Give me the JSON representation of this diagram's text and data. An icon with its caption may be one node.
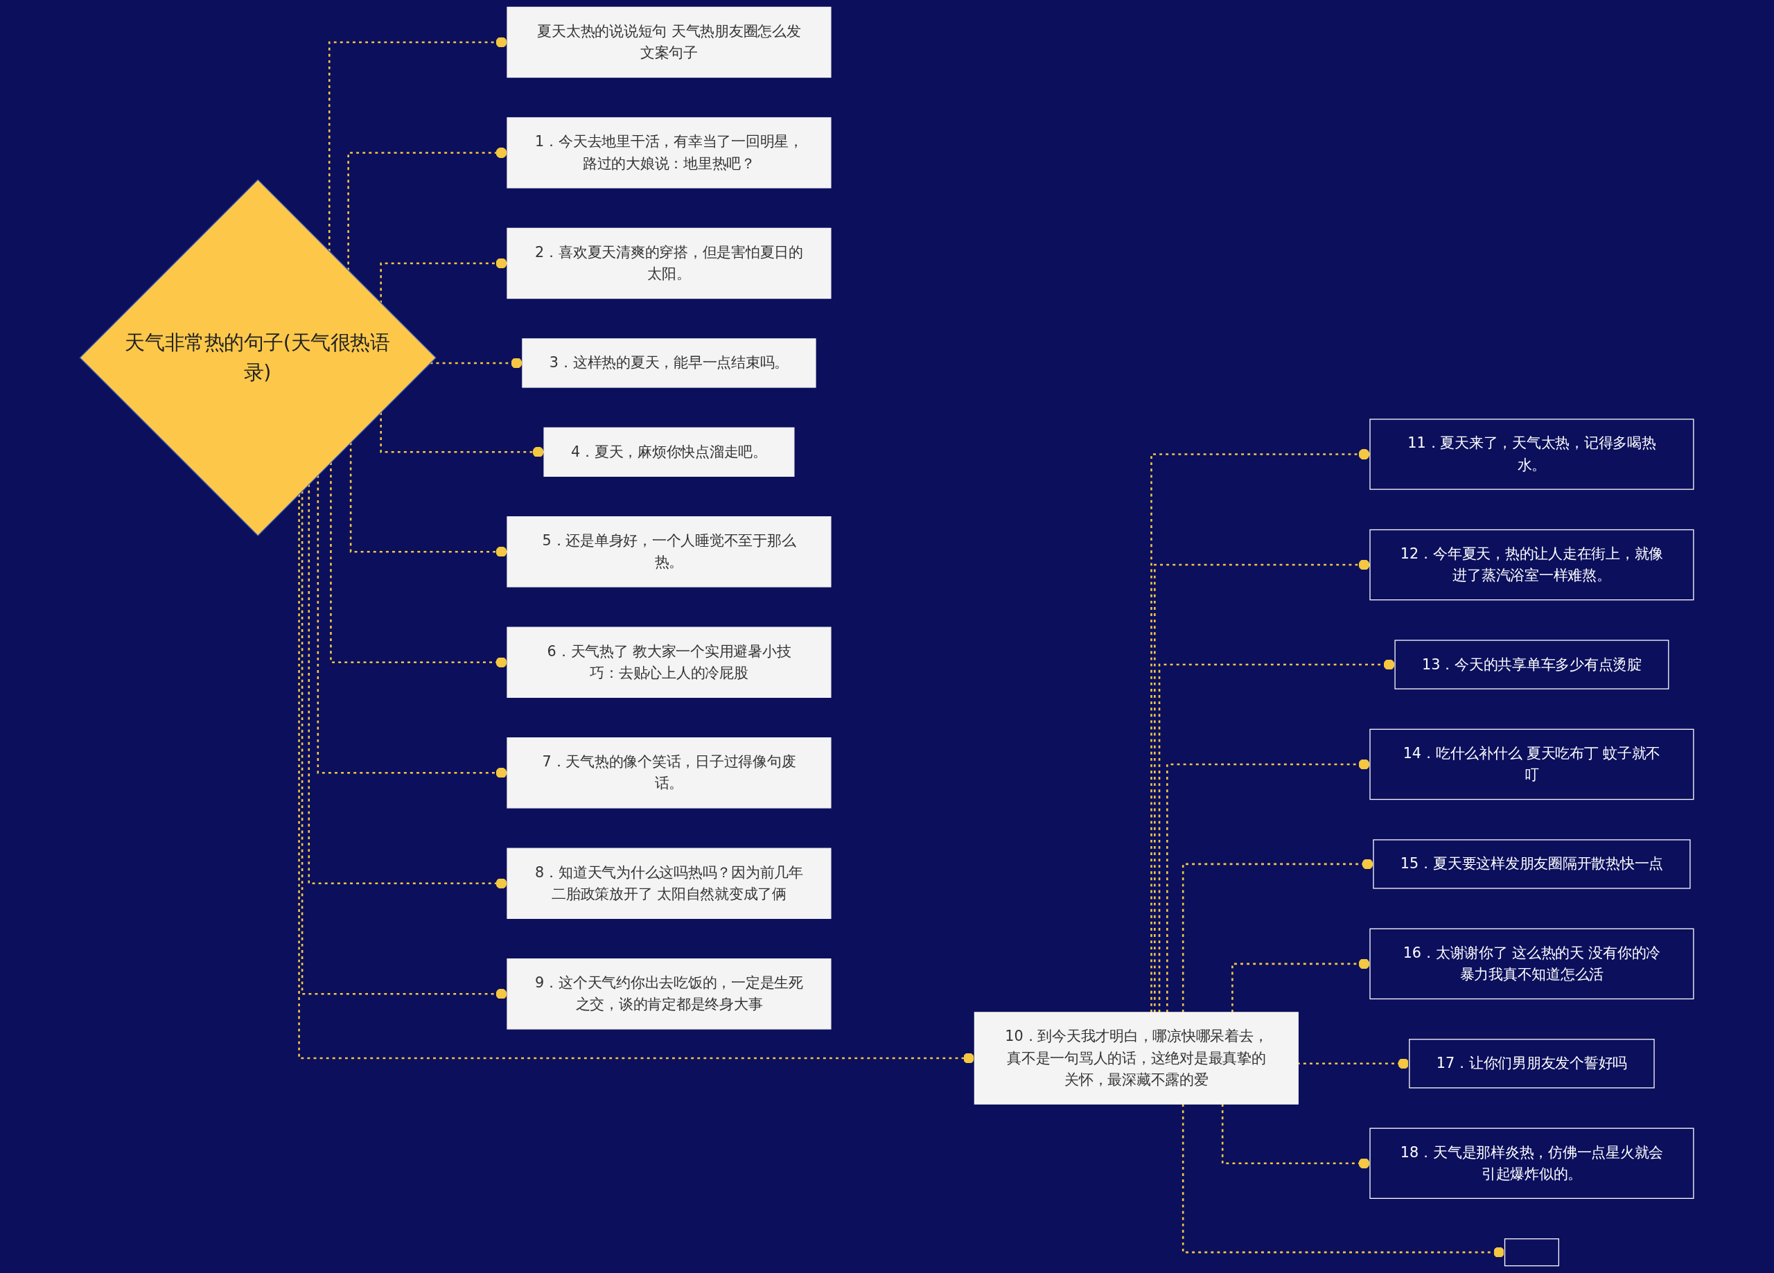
{
  "diagram": {
    "nodes": [
      {
        "text": [
          "天气非常热的句子(天气很热语录)"
        ]
      },
      {
        "text": [
          "夏天太热的说说短句 天气热朋友圈怎么发文案句子"
        ]
      },
      {
        "text": [
          "1．今天去地里干活，有幸当了一回明星，路过的大娘说：地里热吧？"
        ]
      },
      {
        "text": [
          "2．喜欢夏天清爽的穿搭，但是害怕夏日的太阳。"
        ]
      },
      {
        "text": [
          "3．这样热的夏天，能早一点结束吗。"
        ]
      },
      {
        "text": [
          "4．夏天，麻烦你快点溜走吧。"
        ]
      },
      {
        "text": [
          "5．还是单身好，一个人睡觉不至于那么热。"
        ]
      },
      {
        "text": [
          "6．天气热了 教大家一个实用避暑小技巧：去贴心上人的冷屁股"
        ]
      },
      {
        "text": [
          "7．天气热的像个笑话，日子过得像句废话。"
        ]
      },
      {
        "text": [
          "8．知道天气为什么这吗热吗？因为前几年二胎政策放开了 太阳自然就变成了俩"
        ]
      },
      {
        "text": [
          "9．这个天气约你出去吃饭的，一定是生死之交，谈的肯定都是终身大事"
        ]
      },
      {
        "text": [
          "10．到今天我才明白，哪凉快哪呆着去，真不是一句骂人的话，这绝对是最真挚的关怀，最深藏不露的爱"
        ]
      },
      {
        "text": [
          "11．夏天来了，天气太热，记得多喝热水。"
        ]
      },
      {
        "text": [
          "12．今年夏天，热的让人走在街上，就像进了蒸汽浴室一样难熬。"
        ]
      },
      {
        "text": [
          "13．今天的共享单车多少有点烫腚"
        ]
      },
      {
        "text": [
          "14．吃什么补什么 夏天吃布丁 蚊子就不叮"
        ]
      },
      {
        "text": [
          "15．夏天要这样发朋友圈隔开散热快一点"
        ]
      },
      {
        "text": [
          "16．太谢谢你了 这么热的天 没有你的冷暴力我真不知道怎么活"
        ]
      },
      {
        "text": [
          "17．让你们男朋友发个誓好吗"
        ]
      },
      {
        "text": [
          "18．天气是那样炎热，仿佛一点星火就会引起爆炸似的。"
        ]
      },
      {
        "text": [],
        "shape": "box"
      }
    ],
    "edges": [
      {
        "from": 0,
        "to": 1,
        "arrow": "other",
        "style": "dashed"
      },
      {
        "from": 0,
        "to": 2,
        "arrow": "other",
        "style": "dashed"
      },
      {
        "from": 0,
        "to": 3,
        "arrow": "other",
        "style": "dashed"
      },
      {
        "from": 0,
        "to": 4,
        "arrow": "other",
        "style": "dashed"
      },
      {
        "from": 0,
        "to": 5,
        "arrow": "other",
        "style": "dashed"
      },
      {
        "from": 0,
        "to": 6,
        "arrow": "other",
        "style": "dashed"
      },
      {
        "from": 0,
        "to": 7,
        "arrow": "other",
        "style": "dashed"
      },
      {
        "from": 0,
        "to": 8,
        "arrow": "other",
        "style": "dashed"
      },
      {
        "from": 0,
        "to": 9,
        "arrow": "other",
        "style": "dashed"
      },
      {
        "from": 0,
        "to": 10,
        "arrow": "other",
        "style": "dashed"
      },
      {
        "from": 0,
        "to": 11,
        "arrow": "other",
        "style": "dashed"
      },
      {
        "from": 11,
        "to": 12,
        "arrow": "other",
        "style": "dashed"
      },
      {
        "from": 11,
        "to": 13,
        "arrow": "other",
        "style": "dashed"
      },
      {
        "from": 11,
        "to": 14,
        "arrow": "other",
        "style": "dashed"
      },
      {
        "from": 11,
        "to": 15,
        "arrow": "other",
        "style": "dashed"
      },
      {
        "from": 11,
        "to": 16,
        "arrow": "other",
        "style": "dashed"
      },
      {
        "from": 11,
        "to": 17,
        "arrow": "other",
        "style": "dashed"
      },
      {
        "from": 11,
        "to": 18,
        "arrow": "other",
        "style": "dashed"
      },
      {
        "from": 11,
        "to": 19,
        "arrow": "other",
        "style": "dashed"
      },
      {
        "from": 11,
        "to": 20,
        "arrow": "other",
        "style": "dashed"
      }
    ]
  }
}
